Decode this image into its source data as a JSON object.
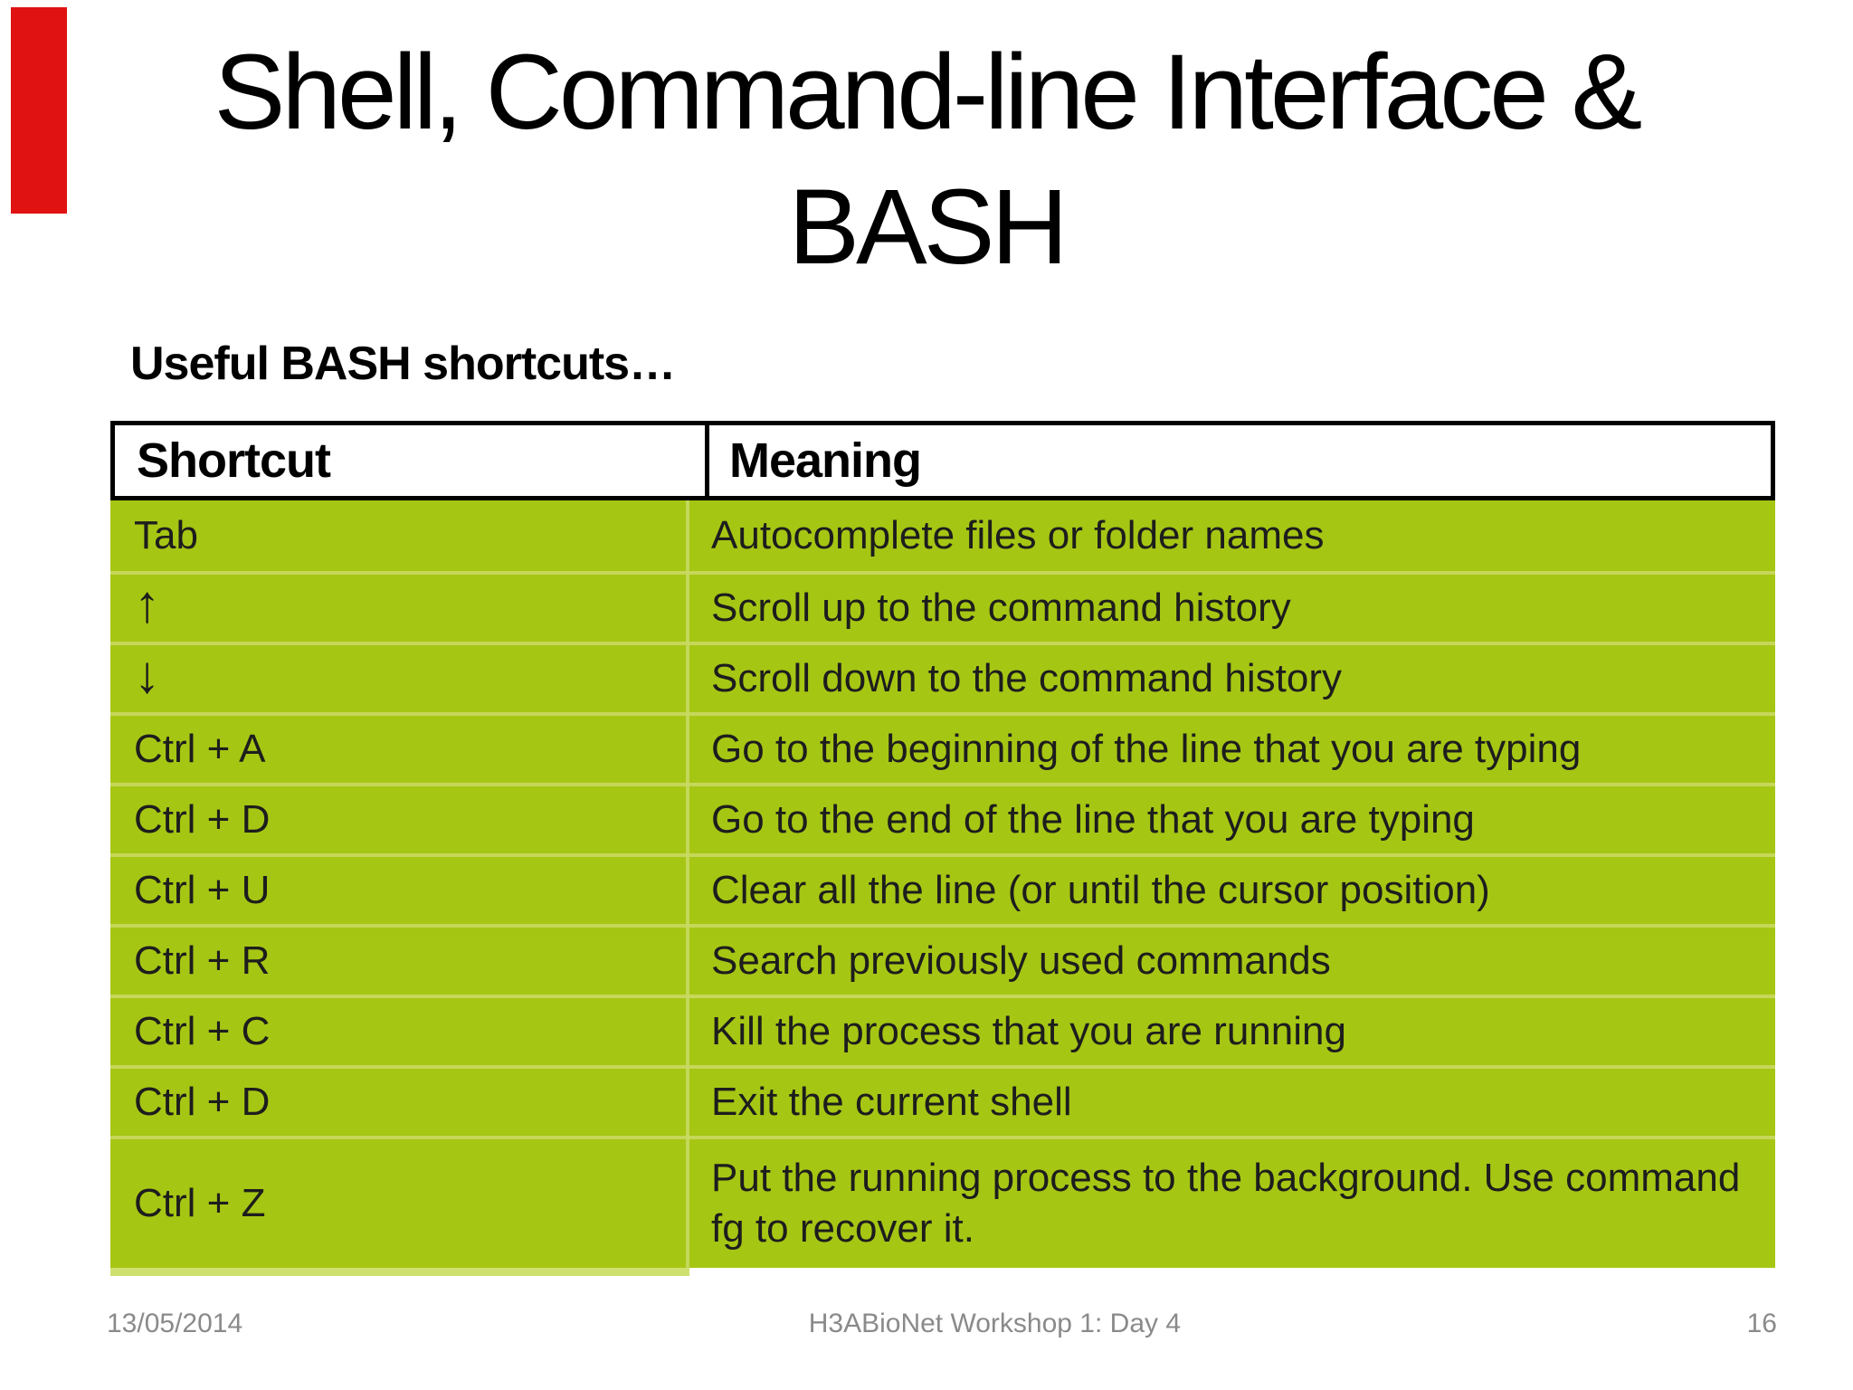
{
  "slide": {
    "title_line1": "Shell, Command-line Interface &",
    "title_line2": "BASH",
    "subtitle": "Useful BASH shortcuts…",
    "footer": {
      "date": "13/05/2014",
      "center": "H3ABioNet Workshop 1: Day 4",
      "page": "16"
    }
  },
  "table": {
    "headers": [
      "Shortcut",
      "Meaning"
    ],
    "rows": [
      {
        "shortcut": "Tab",
        "meaning": "Autocomplete files or folder names"
      },
      {
        "shortcut": "↑",
        "meaning": "Scroll up to the command history"
      },
      {
        "shortcut": "↓",
        "meaning": "Scroll down to the command history"
      },
      {
        "shortcut": "Ctrl + A",
        "meaning": "Go to the beginning of the line that you are typing"
      },
      {
        "shortcut": "Ctrl + D",
        "meaning": "Go to the end of the line that you are typing"
      },
      {
        "shortcut": "Ctrl + U",
        "meaning": "Clear all the line (or until the cursor position)"
      },
      {
        "shortcut": "Ctrl + R",
        "meaning": "Search previously used commands"
      },
      {
        "shortcut": "Ctrl + C",
        "meaning": "Kill the process that you are running"
      },
      {
        "shortcut": "Ctrl + D",
        "meaning": "Exit the current shell"
      },
      {
        "shortcut": "Ctrl + Z",
        "meaning": "Put the running process to the background. Use command fg to recover it."
      }
    ]
  },
  "colors": {
    "accent_red": "#e01212",
    "table_green": "#a6c614",
    "row_divider_green": "#c6d75a",
    "column_divider_green": "#c9da65",
    "bottom_strip_green": "#cfe070",
    "header_bg": "#ffffff",
    "border_black": "#000000",
    "body_text": "#1d1d1d",
    "footer_gray": "#8a8a8a"
  }
}
